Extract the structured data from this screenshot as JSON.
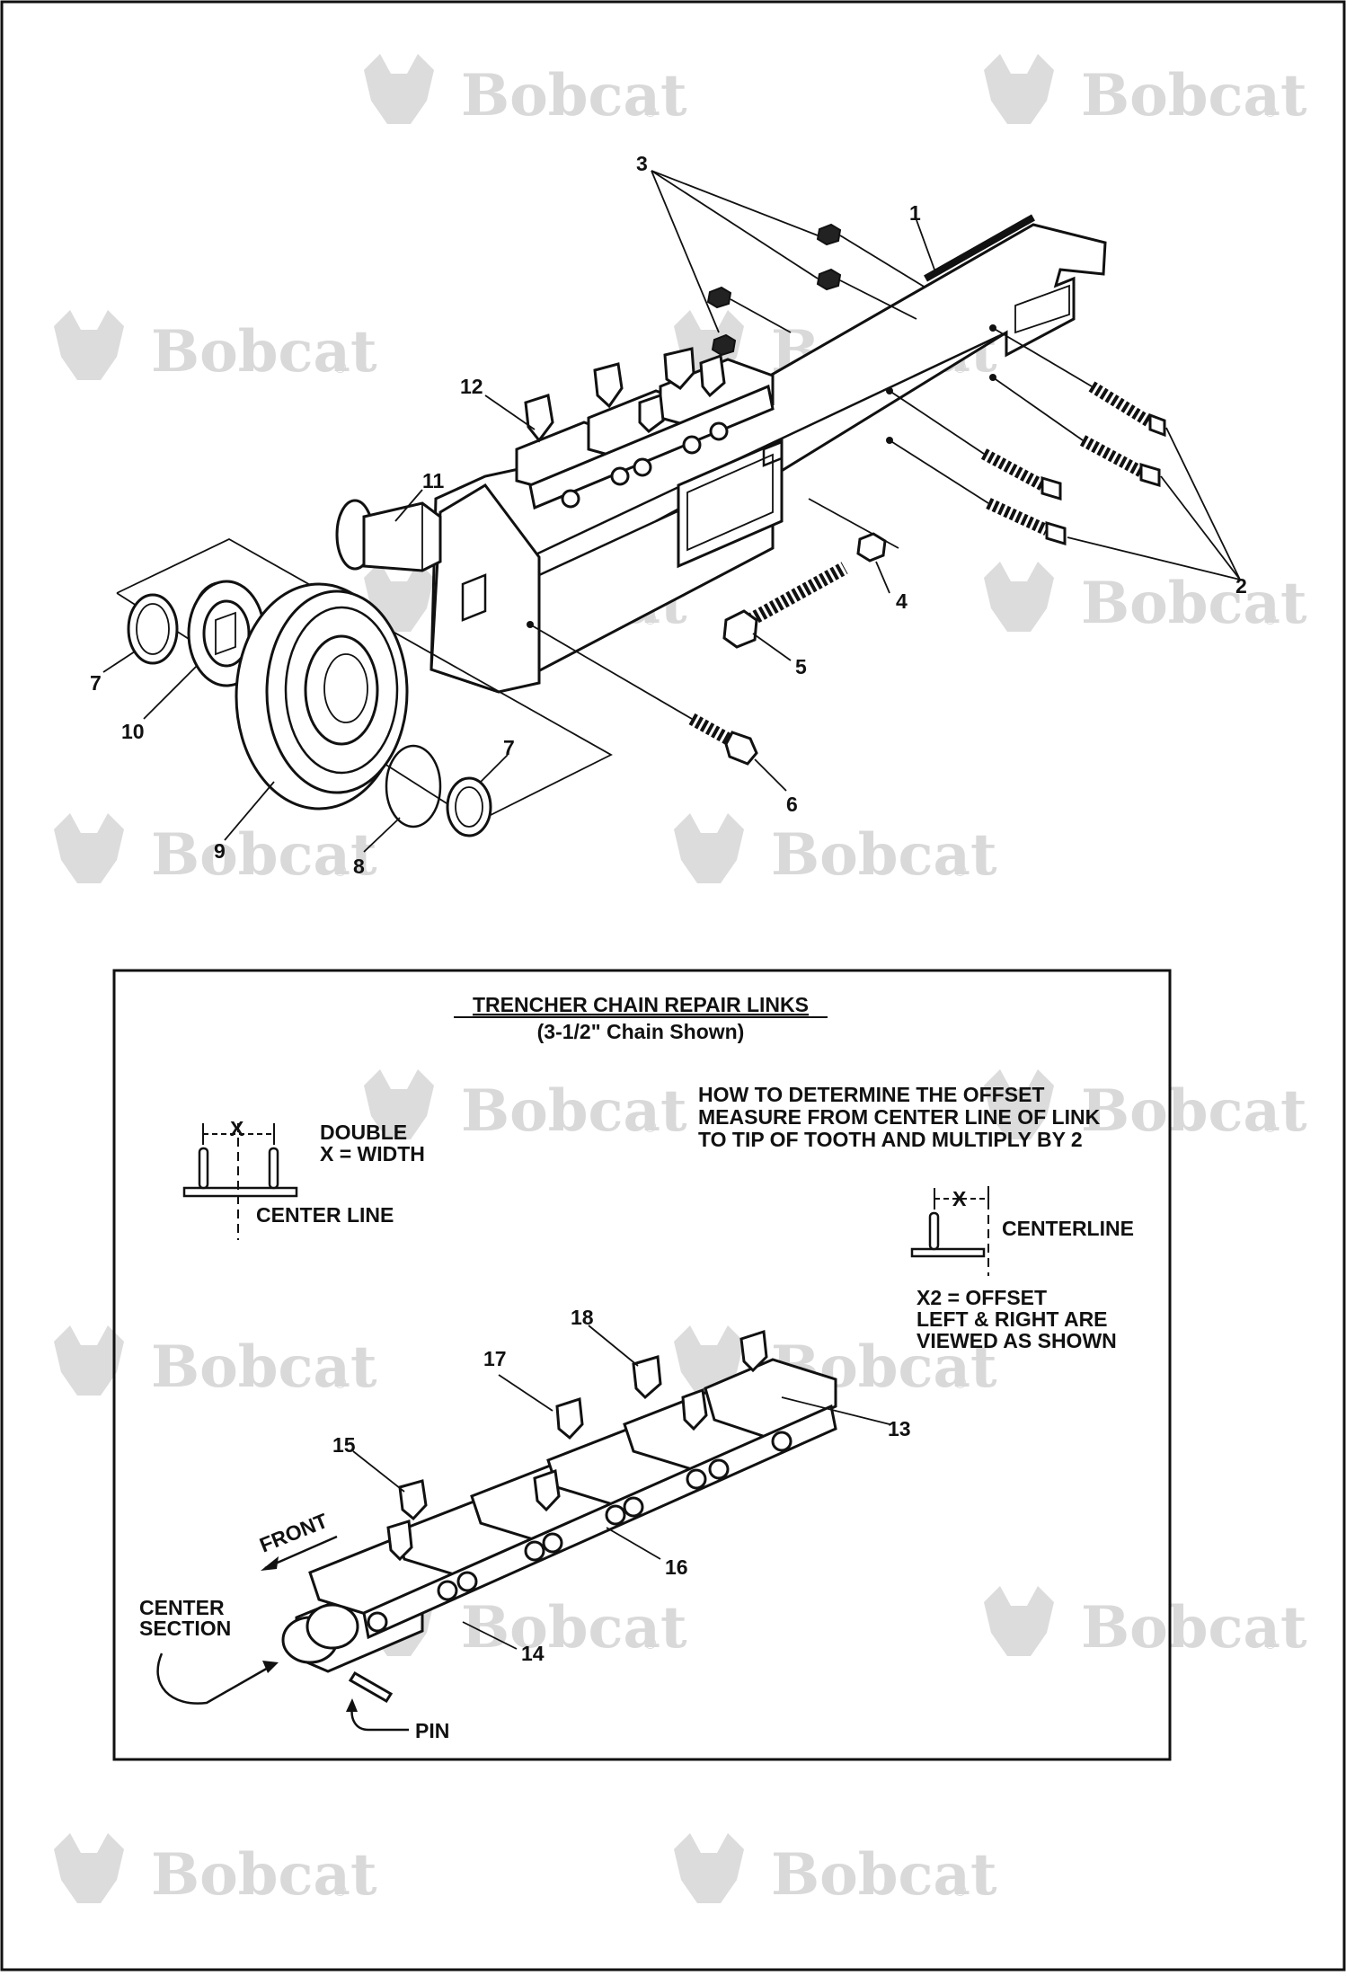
{
  "watermark": {
    "brand": "Bobcat",
    "mark": "®"
  },
  "callouts": {
    "c1": "1",
    "c2": "2",
    "c3": "3",
    "c4": "4",
    "c5": "5",
    "c6": "6",
    "c7a": "7",
    "c7b": "7",
    "c8": "8",
    "c9": "9",
    "c10": "10",
    "c11": "11",
    "c12": "12",
    "c13": "13",
    "c14": "14",
    "c15": "15",
    "c16": "16",
    "c17": "17",
    "c18": "18"
  },
  "repair_box": {
    "title": "TRENCHER CHAIN REPAIR LINKS",
    "subtitle": "(3-1/2\" Chain Shown)",
    "offset_note": [
      "HOW TO DETERMINE THE OFFSET",
      "MEASURE FROM CENTER LINE OF LINK",
      "TO TIP OF TOOTH AND MULTIPLY BY 2"
    ],
    "double_label": [
      "DOUBLE",
      "X = WIDTH"
    ],
    "x_left": "X",
    "x_right": "X",
    "center_line_label": "CENTER LINE",
    "centerline_label": "CENTERLINE",
    "x2_note": [
      "X2 = OFFSET",
      "LEFT & RIGHT ARE",
      "VIEWED AS SHOWN"
    ],
    "front_label": "FRONT",
    "center_section_label": [
      "CENTER",
      "SECTION"
    ],
    "pin_label": "PIN"
  }
}
